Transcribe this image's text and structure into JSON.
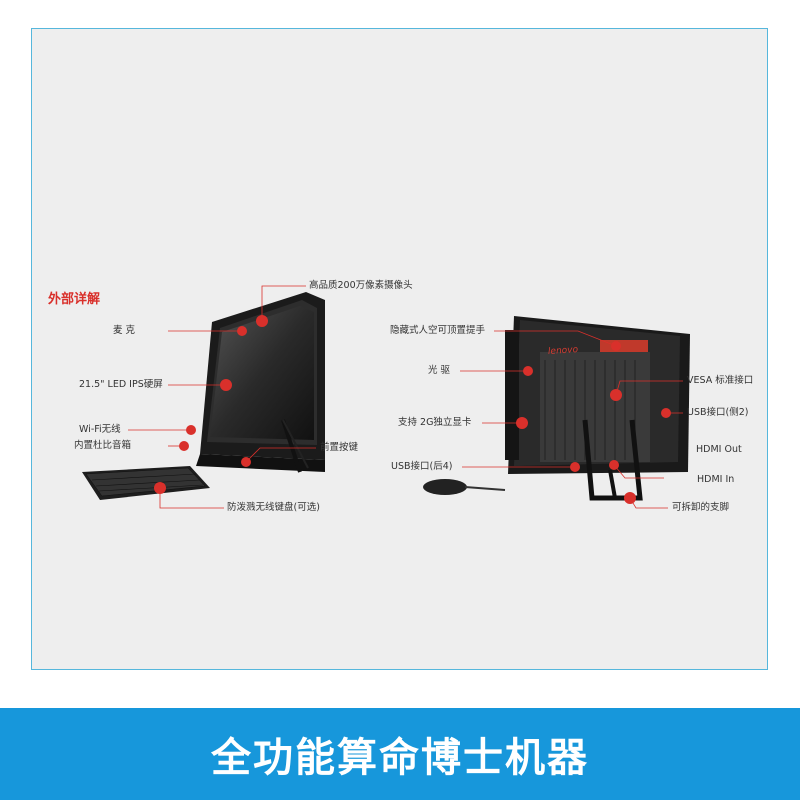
{
  "section_title": "外部详解",
  "banner_title": "全功能算命博士机器",
  "brand_logo_text": "lenovo",
  "colors": {
    "accent_red": "#d9302b",
    "banner_blue": "#1797db",
    "frame_border": "#56b7dc"
  },
  "front_labels": [
    {
      "id": "camera",
      "text": "高品质200万像素摄像头"
    },
    {
      "id": "mic",
      "text": "麦 克"
    },
    {
      "id": "screen",
      "text": "21.5\" LED IPS硬屏"
    },
    {
      "id": "wifi",
      "text": "Wi-Fi无线"
    },
    {
      "id": "speaker",
      "text": "内置杜比音箱"
    },
    {
      "id": "buttons",
      "text": "前置按键"
    },
    {
      "id": "keyboard",
      "text": "防泼溅无线键盘(可选)"
    }
  ],
  "back_labels": [
    {
      "id": "handle",
      "text": "隐藏式人空可顶置提手"
    },
    {
      "id": "optical",
      "text": "光 驱"
    },
    {
      "id": "graphics",
      "text": "支持 2G独立显卡"
    },
    {
      "id": "usb-rear",
      "text": "USB接口(后4)"
    },
    {
      "id": "vesa",
      "text": "VESA 标准接口"
    },
    {
      "id": "usb-side",
      "text": "USB接口(侧2)"
    },
    {
      "id": "hdmi-out",
      "text": "HDMI Out"
    },
    {
      "id": "hdmi-in",
      "text": "HDMI In"
    },
    {
      "id": "stand",
      "text": "可拆卸的支脚"
    }
  ]
}
